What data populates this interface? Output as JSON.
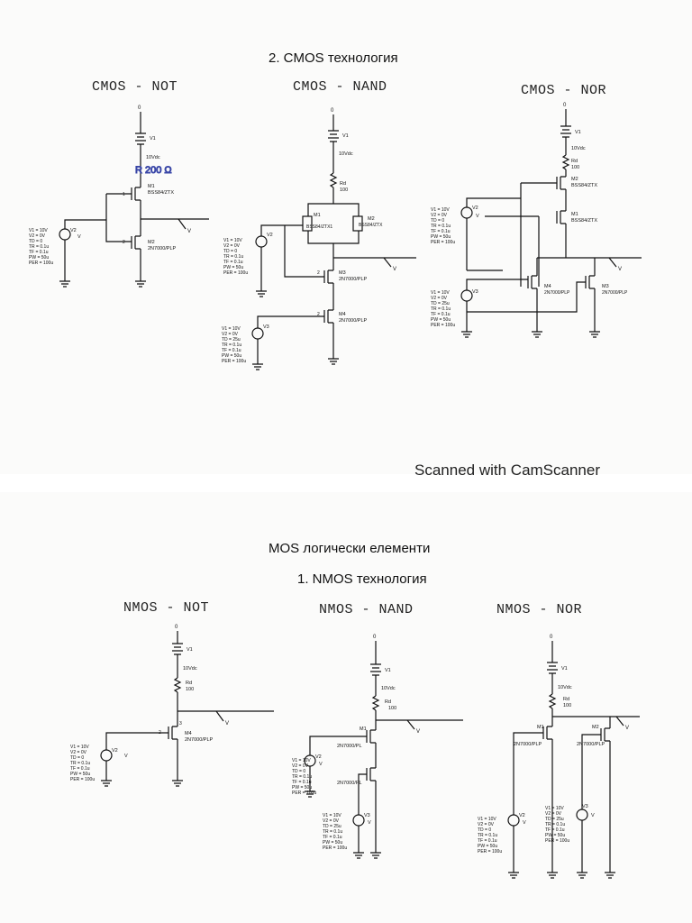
{
  "top_page": {
    "heading": "2.    CMOS технология",
    "titles": {
      "not": "CMOS - NOT",
      "nand": "CMOS - NAND",
      "nor": "CMOS - NOR"
    },
    "handwritten_note": "R 200 Ω",
    "watermark": "Scanned with CamScanner"
  },
  "bottom_page": {
    "heading": "MOS логически елементи",
    "subheading": "1. NMOS технология",
    "titles": {
      "not": "NMOS - NOT",
      "nand": "NMOS - NAND",
      "nor": "NMOS - NOR"
    }
  },
  "labels": {
    "zero": "0",
    "v1": "V1",
    "vdc": "10Vdc",
    "rd": "Rd",
    "r100": "100",
    "v": "V",
    "m1": "M1",
    "m2": "M2",
    "m3": "M3",
    "m4": "M4",
    "v2": "V2",
    "v3": "V3",
    "bss": "BSS84/ZTX",
    "bss1": "BSS84/ZTX1",
    "nmos": "2N7000/PLP",
    "nmos_short": "2N7000/PL",
    "p1": "1",
    "p2": "2",
    "p3": "3"
  },
  "pulse_params": {
    "v1": "V1 = 10V",
    "v2": "V2 = 0V",
    "td0": "TD = 0",
    "td25": "TD = 25u",
    "tr": "TR = 0.1u",
    "tf": "TF = 0.1u",
    "pw": "PW = 50u",
    "per": "PER = 100u"
  }
}
